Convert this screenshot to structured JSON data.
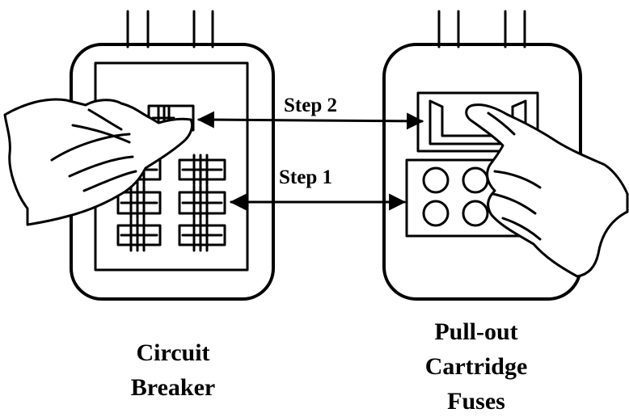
{
  "steps": {
    "step1": "Step 1",
    "step2": "Step 2"
  },
  "captions": {
    "left_line1": "Circuit",
    "left_line2": "Breaker",
    "right_line1": "Pull-out",
    "right_line2": "Cartridge",
    "right_line3": "Fuses"
  }
}
